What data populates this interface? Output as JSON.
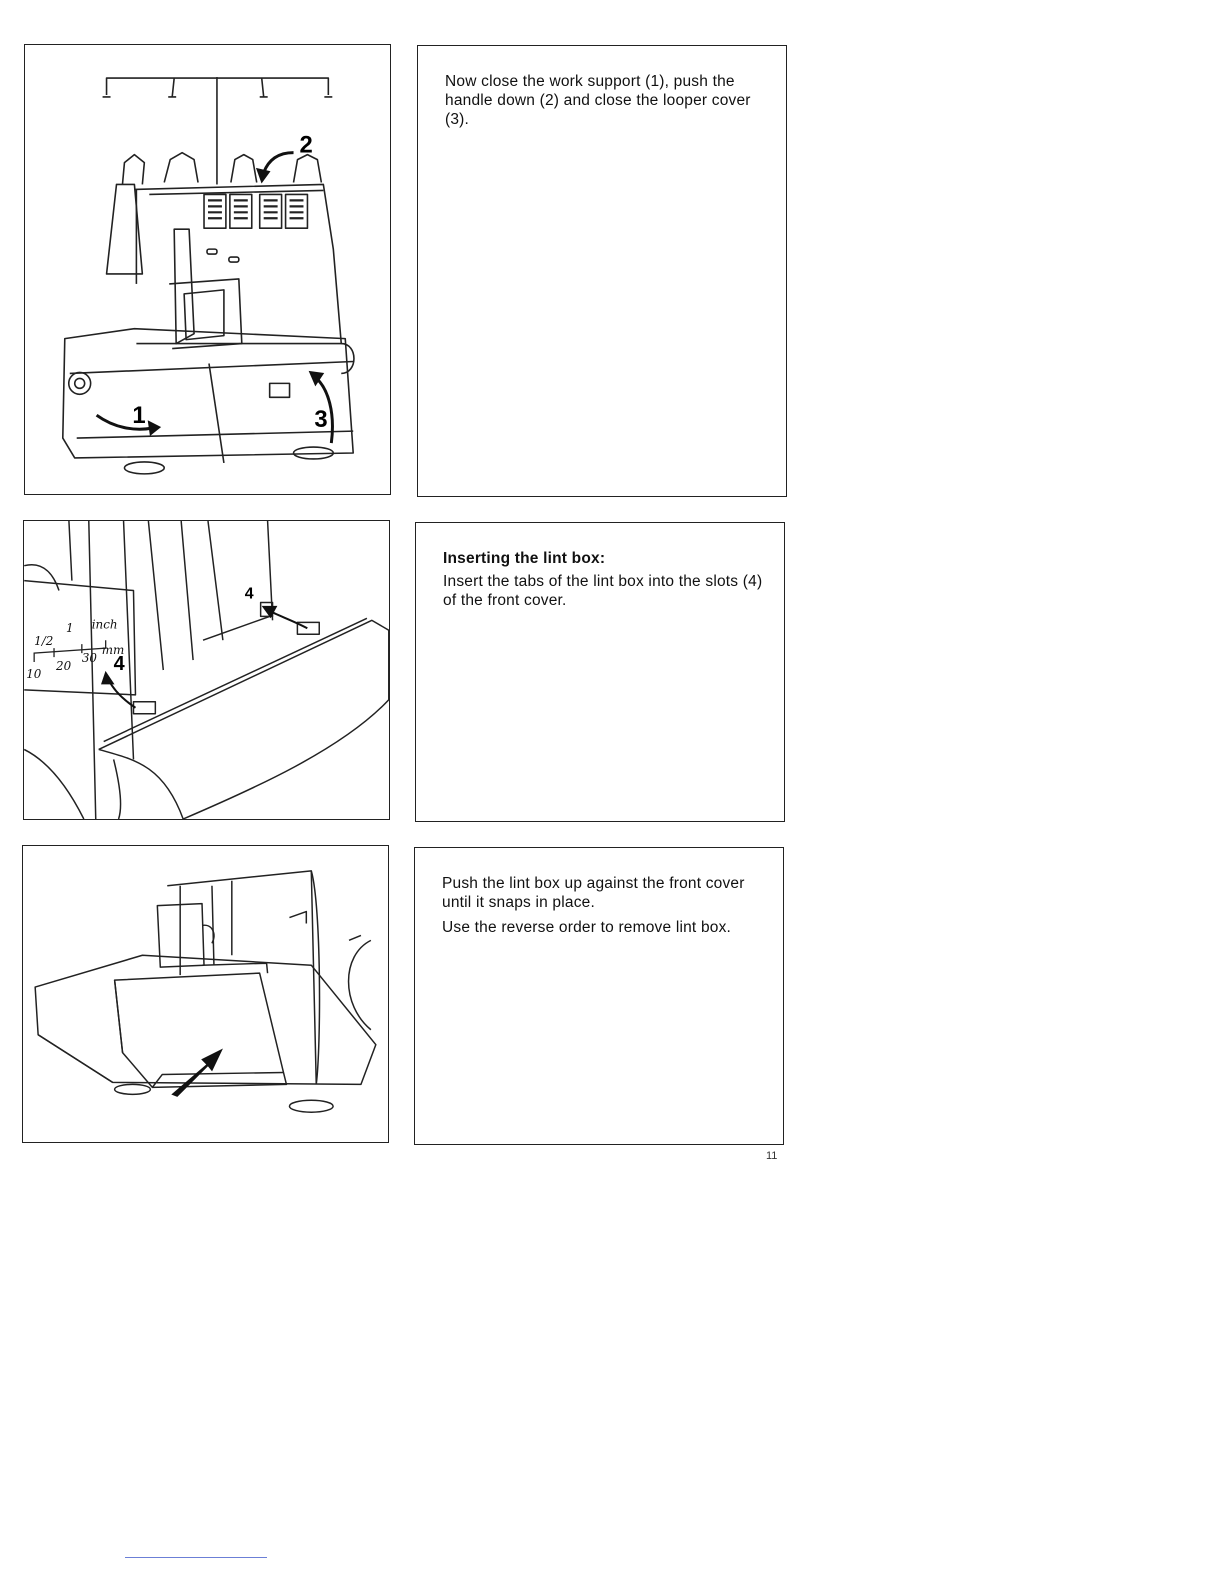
{
  "panels": [
    {
      "figure": {
        "callouts": [
          "1",
          "2",
          "3"
        ]
      },
      "text": {
        "heading": "",
        "paragraphs": [
          "Now close the work support (1), push the handle down (2) and close the looper cover (3)."
        ]
      }
    },
    {
      "figure": {
        "callouts": [
          "4",
          "4"
        ],
        "scale_labels": {
          "half": "1/2",
          "one": "1",
          "inch": "inch",
          "ten": "10",
          "twenty": "20",
          "thirty": "30",
          "mm": "mm"
        }
      },
      "text": {
        "heading": "Inserting the lint box:",
        "paragraphs": [
          "Insert the tabs of the lint box into the slots (4) of the front cover."
        ]
      }
    },
    {
      "figure": {
        "callouts": []
      },
      "text": {
        "heading": "",
        "paragraphs": [
          "Push the lint box up against the front cover until it snaps in place.",
          "Use the reverse order to remove lint box."
        ]
      }
    }
  ],
  "page_number": "11"
}
